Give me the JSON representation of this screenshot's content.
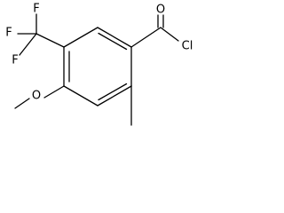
{
  "molecule": {
    "atoms": {
      "fluorine_1": "F",
      "fluorine_2": "F",
      "fluorine_3": "F",
      "carbonyl_oxygen": "O",
      "chlorine": "Cl",
      "methoxy_oxygen": "O"
    }
  },
  "colors": {
    "bond": "#000000",
    "text": "#000000",
    "background": "#ffffff"
  }
}
